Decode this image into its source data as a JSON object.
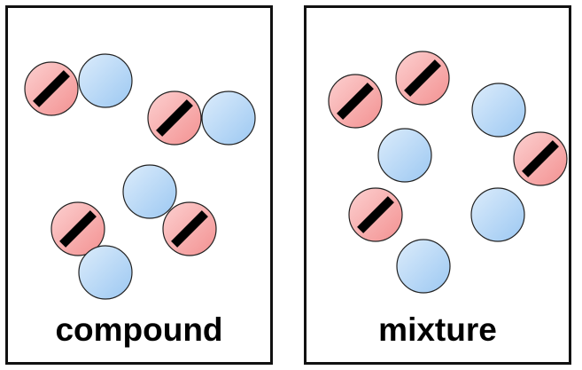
{
  "colors": {
    "red_atom_fill_light": "#fcd0d0",
    "red_atom_fill_dark": "#f39191",
    "blue_atom_fill_light": "#dcecfb",
    "blue_atom_fill_dark": "#9cc8f2",
    "atom_outline": "#222222",
    "stripe": "#000000",
    "panel_border": "#111111"
  },
  "icons": {
    "red_atom": "striped-red-circle",
    "blue_atom": "plain-blue-circle"
  },
  "panels": [
    {
      "id": "compound",
      "label": "compound"
    },
    {
      "id": "mixture",
      "label": "mixture"
    }
  ]
}
